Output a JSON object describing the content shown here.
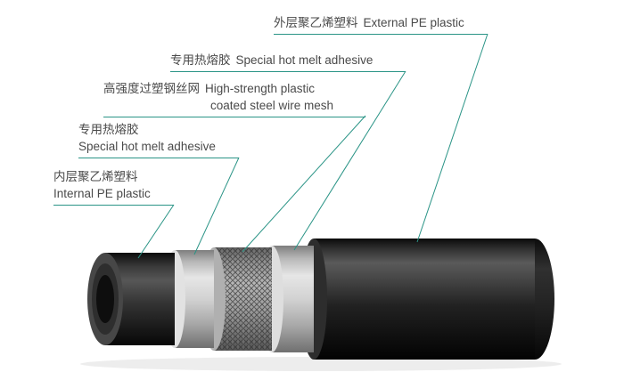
{
  "diagram": {
    "accent_color": "#2a9486",
    "background_color": "#ffffff",
    "subject": "steel-wire-mesh-reinforced-pe-composite-pipe",
    "labels": {
      "external_pe": {
        "cn": "外层聚乙烯塑料",
        "en": "External PE plastic"
      },
      "hot_melt_upper": {
        "cn": "专用热熔胶",
        "en": "Special hot melt adhesive"
      },
      "mesh": {
        "cn": "高强度过塑钢丝网",
        "en_line1": "High-strength plastic",
        "en_line2": "coated steel wire mesh"
      },
      "hot_melt_lower": {
        "cn": "专用热熔胶",
        "en": "Special hot melt adhesive"
      },
      "internal_pe": {
        "cn": "内层聚乙烯塑料",
        "en": "Internal PE plastic"
      }
    },
    "layers": [
      {
        "name": "External PE plastic",
        "color": "#1f1f1f"
      },
      {
        "name": "Special hot melt adhesive",
        "color": "#d6d6d6"
      },
      {
        "name": "High-strength plastic coated steel wire mesh",
        "color": "#9a9a9a"
      },
      {
        "name": "Special hot melt adhesive",
        "color": "#d6d6d6"
      },
      {
        "name": "Internal PE plastic",
        "color": "#2e2e2e"
      }
    ]
  }
}
